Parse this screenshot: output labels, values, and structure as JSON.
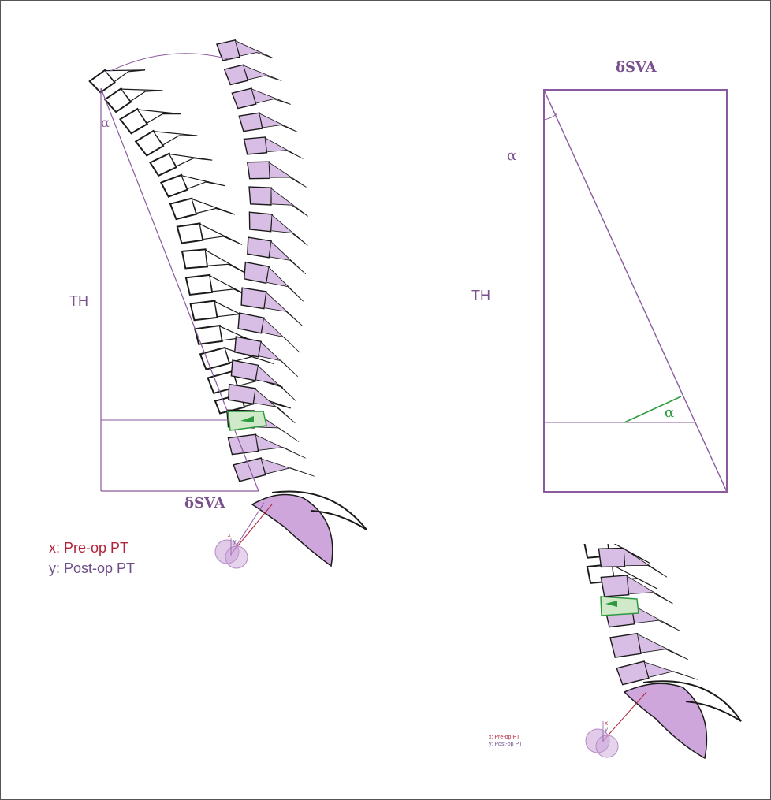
{
  "colors": {
    "geometry": "#8a5a9e",
    "label": "#7a4f8e",
    "pre_op": "#b0243a",
    "post_op": "#6e4f8a",
    "vertebra_fill": "#d8bde4",
    "green": "#2e9a3e",
    "outline": "#1a1a1a"
  },
  "left_panel": {
    "alpha_label": "α",
    "th_label": "TH",
    "dsva_label": "δSVA",
    "legend": {
      "pre_op": "x: Pre-op PT",
      "post_op": "y: Post-op PT"
    },
    "femoral_marks": {
      "x": "x",
      "y": "y"
    }
  },
  "right_panel": {
    "dsva_label": "δSVA",
    "alpha_top_label": "α",
    "th_label": "TH",
    "alpha_inner_label": "α"
  },
  "inset": {
    "legend": {
      "pre_op": "x: Pre-op PT",
      "post_op": "y: Post-op PT"
    },
    "femoral_marks": {
      "x": "x",
      "y": "y"
    }
  }
}
